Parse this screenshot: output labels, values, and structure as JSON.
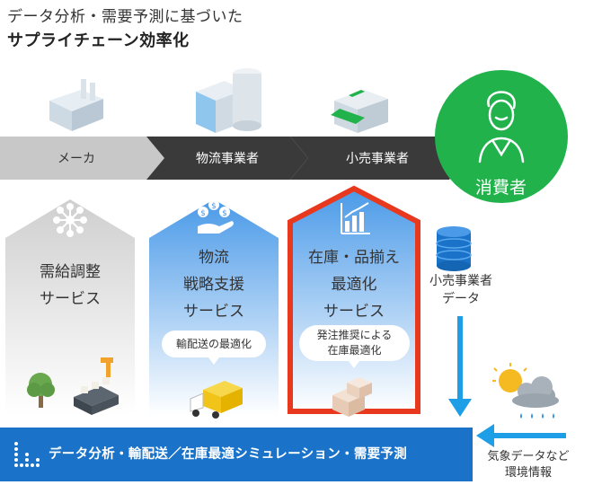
{
  "title": {
    "line1": "データ分析・需要予測に基づいた",
    "line2": "サプライチェーン効率化"
  },
  "supply_chain": {
    "maker": "メーカ",
    "logistics": "物流事業者",
    "retailer": "小売事業者",
    "consumer": "消費者"
  },
  "services": {
    "demand": [
      "需給調整",
      "サービス"
    ],
    "logistics": [
      "物流",
      "戦略支援",
      "サービス"
    ],
    "inventory": [
      "在庫・品揃え",
      "最適化",
      "サービス"
    ]
  },
  "bubbles": {
    "logistics": "輸配送の最適化",
    "inventory": [
      "発注推奨による",
      "在庫最適化"
    ]
  },
  "side": {
    "retail_data": [
      "小売事業者",
      "データ"
    ],
    "weather": [
      "気象データなど",
      "環境情報"
    ]
  },
  "banner": {
    "text": "データ分析・輸配送／在庫最適シミュレーション・需要予測"
  },
  "colors": {
    "gray_arrow": "#c8c8c8",
    "dark_arrow": "#3a3a3a",
    "consumer_green": "#22b24c",
    "blue": "#1a73c8",
    "arrow_blue": "#1e9ee6",
    "highlight_red": "#e8391f"
  }
}
